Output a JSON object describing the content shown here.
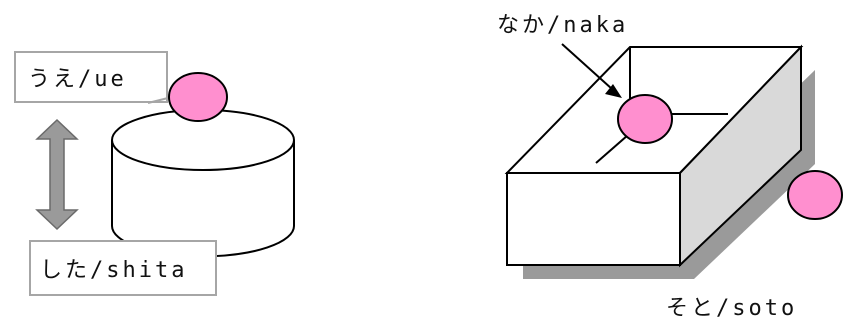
{
  "labels": {
    "ue": "うえ/ue",
    "shita": "した/shita",
    "naka": "なか/naka",
    "soto": "そと/soto"
  },
  "colors": {
    "ball": "#ff8fcf",
    "stroke": "#000000",
    "label_box_border": "#a6a6a6",
    "arrow_fill": "#9a9a9a",
    "box_side_shade": "#d9d9d9",
    "shadow": "#9a9a9a"
  }
}
